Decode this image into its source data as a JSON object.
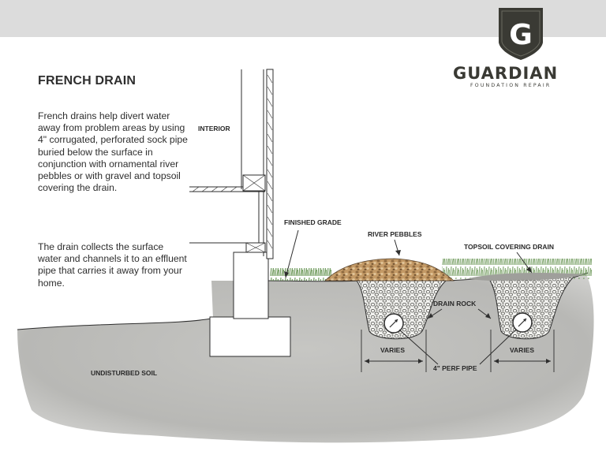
{
  "brand": {
    "letter": "G",
    "name": "GUARDIAN",
    "tagline": "FOUNDATION REPAIR"
  },
  "title": "FRENCH DRAIN",
  "paragraphs": [
    "French drains help divert water away from problem areas by using 4\" corrugated, perforated sock pipe buried below the surface in conjunction with ornamental river pebbles or with gravel and topsoil covering the drain.",
    "The drain collects the surface water and channels it to an effluent pipe that carries it away from your home."
  ],
  "labels": {
    "interior": "INTERIOR",
    "finished_grade": "FINISHED GRADE",
    "river_pebbles": "RIVER PEBBLES",
    "topsoil": "TOPSOIL COVERING DRAIN",
    "drain_rock": "DRAIN ROCK",
    "varies_left": "VARIES",
    "varies_right": "VARIES",
    "perf_pipe": "4\" PERF PIPE",
    "undisturbed_soil": "UNDISTURBED SOIL"
  },
  "colors": {
    "soil": "#b9b9b6",
    "grass": "#7fa06e",
    "pebbles": "#b78d5e",
    "gravel": "#e9e9e6",
    "logo_shield": "#3a3a34"
  }
}
